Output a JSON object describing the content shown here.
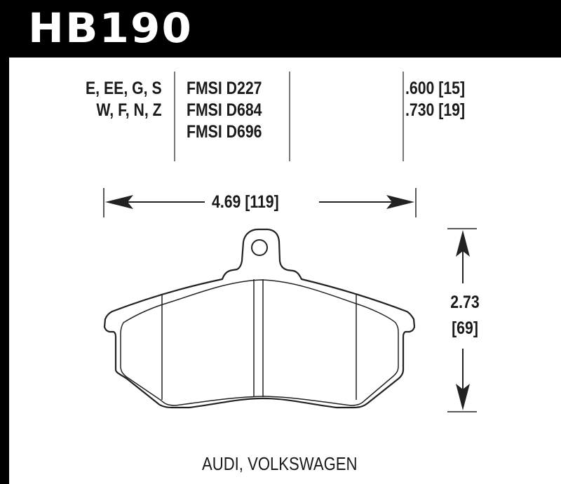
{
  "header": {
    "part_number": "HB190"
  },
  "specs": {
    "compounds": [
      "E, EE, G, S",
      "W, F, N, Z"
    ],
    "fmsi_numbers": [
      "FMSI D227",
      "FMSI D684",
      "FMSI D696"
    ],
    "thicknesses": [
      ".600 [15]",
      ".730 [19]"
    ]
  },
  "dimensions": {
    "width": "4.69 [119]",
    "height_in": "2.73",
    "height_mm": "[69]"
  },
  "application": {
    "makes": "AUDI, VOLKSWAGEN"
  },
  "colors": {
    "frame": "#000000",
    "text": "#1a1a1a",
    "divider": "#777777",
    "outline": "#222222"
  }
}
